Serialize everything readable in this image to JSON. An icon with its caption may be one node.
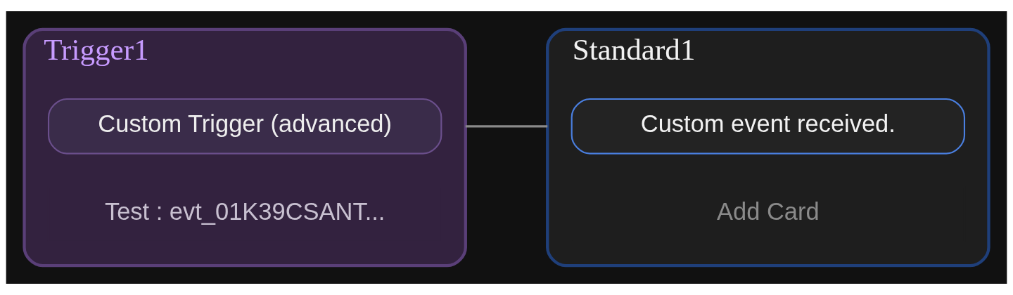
{
  "diagram": {
    "nodes": [
      {
        "text": [
          "Trigger1"
        ]
      },
      {
        "text": [
          "Custom Trigger (advanced)"
        ],
        "in": 0
      },
      {
        "text": [
          "Test : evt_01K39CSANT..."
        ],
        "in": 0
      },
      {
        "text": [
          "Standard1"
        ]
      },
      {
        "text": [
          "Custom event received."
        ],
        "in": 3
      },
      {
        "text": [
          "Add Card"
        ],
        "in": 3
      }
    ],
    "edges": [
      {
        "from": 0,
        "to": 3,
        "arrow": "none"
      }
    ]
  }
}
